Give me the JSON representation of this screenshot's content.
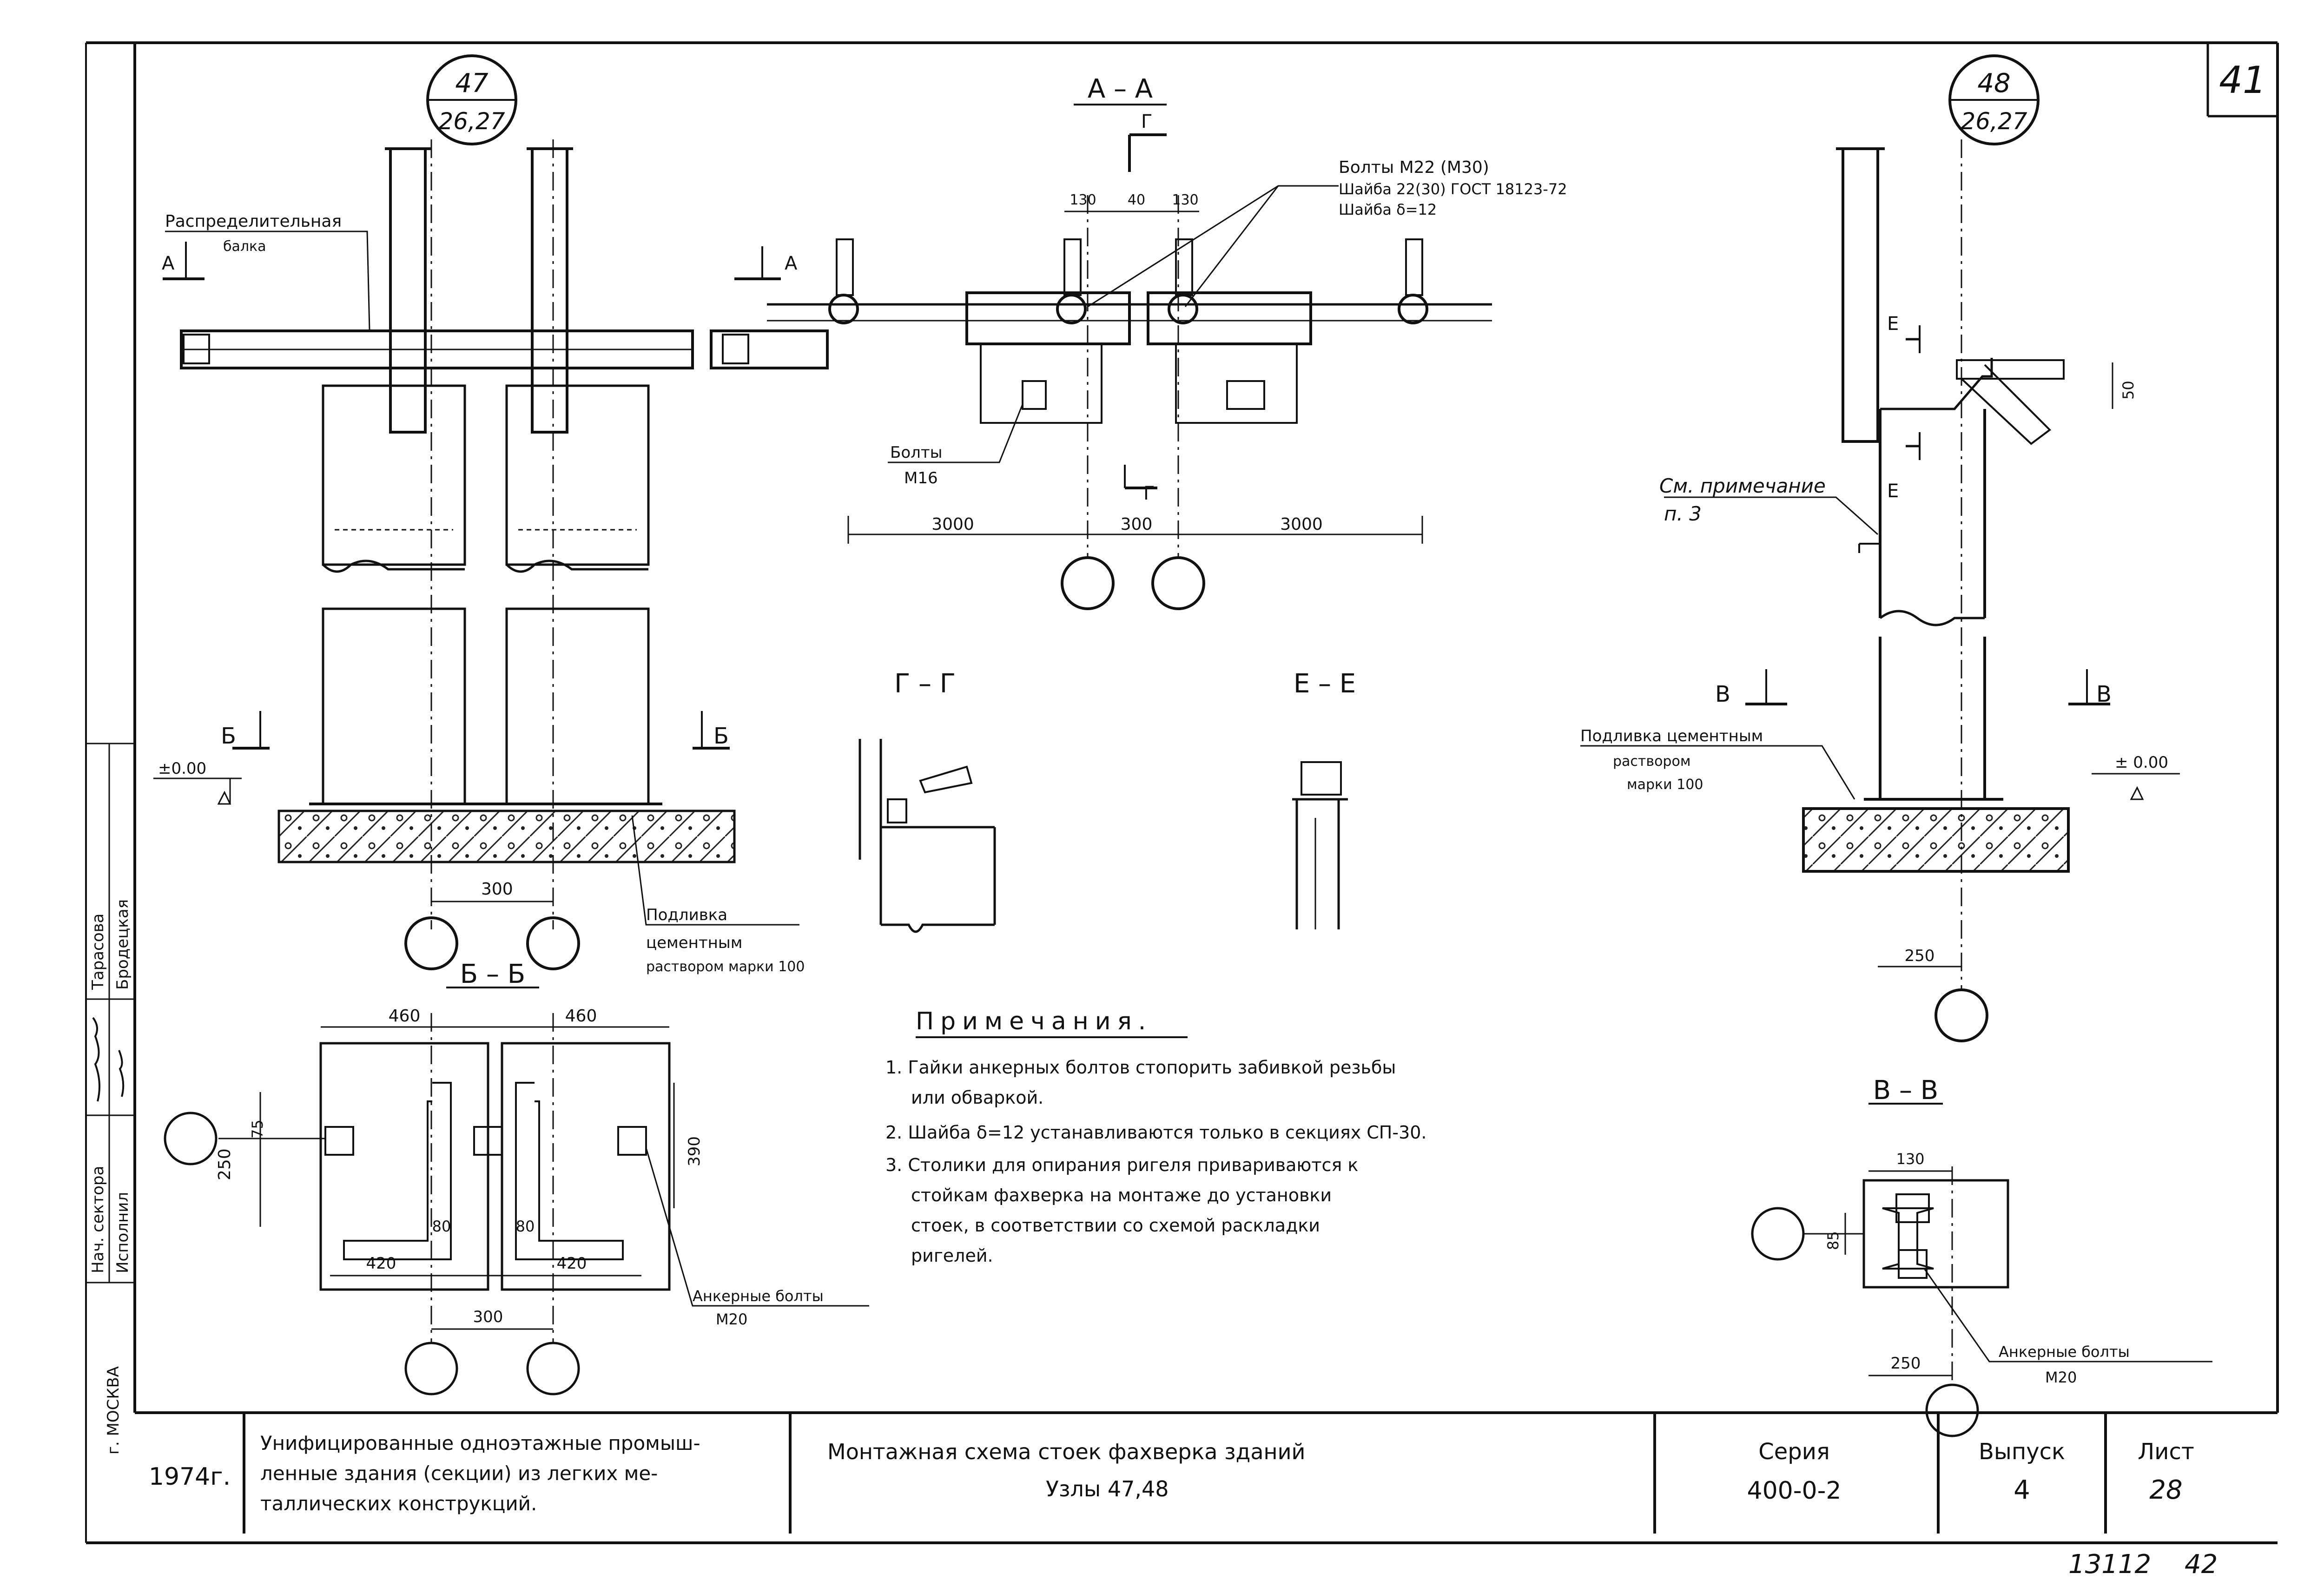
{
  "sheet": {
    "corner_number": "41",
    "bottom_stamp_left": "13112",
    "bottom_stamp_right": "42",
    "side_labels": [
      "г. МОСКВА",
      "Исполнил",
      "Нач. сектора",
      "Бродецкая",
      "Тарасова"
    ]
  },
  "node47": {
    "circle_top": "47",
    "circle_bottom": "26,27",
    "label_beam_1": "Распределительная",
    "label_beam_2": "балка",
    "section_a": "А",
    "section_b": "Б",
    "level": "±0.00",
    "dim_300": "300",
    "grout_1": "Подливка",
    "grout_2": "цементным",
    "grout_3": "раствором марки 100"
  },
  "section_aa": {
    "title": "А – А",
    "g_mark": "Г",
    "bolts_title": "Болты  М22 (М30)",
    "washer_1": "Шайба 22(30) ГОСТ 18123-72",
    "washer_2": "Шайба δ=12",
    "dim_130_left": "130",
    "dim_40": "40",
    "dim_130_right": "130",
    "bolts_m16_1": "Болты",
    "bolts_m16_2": "М16",
    "dim_3000_left": "3000",
    "dim_300": "300",
    "dim_3000_right": "3000"
  },
  "section_gg": {
    "title": "Г – Г"
  },
  "section_ee": {
    "title": "Е – Е"
  },
  "section_bb": {
    "title": "Б – Б",
    "dim_460_left": "460",
    "dim_460_right": "460",
    "dim_75": "75",
    "dim_250": "250",
    "dim_390": "390",
    "dim_80_left": "80",
    "dim_80_right": "80",
    "dim_420_left": "420",
    "dim_420_right": "420",
    "dim_300": "300",
    "anchor_1": "Анкерные болты",
    "anchor_2": "М20"
  },
  "node48": {
    "circle_top": "48",
    "circle_bottom": "26,27",
    "section_e": "Е",
    "dim_50": "50",
    "note_ref_1": "См. примечание",
    "note_ref_2": "п. 3",
    "section_v": "В",
    "grout_1": "Подливка цементным",
    "grout_2": "раствором",
    "grout_3": "марки 100",
    "level": "± 0.00",
    "dim_250": "250"
  },
  "section_vv": {
    "title": "В – В",
    "dim_130": "130",
    "dim_85": "85",
    "dim_250": "250",
    "anchor_1": "Анкерные болты",
    "anchor_2": "М20"
  },
  "notes": {
    "title": "Примечания.",
    "items": [
      "1. Гайки анкерных болтов стопорить забивкой резьбы",
      "или обваркой.",
      "2. Шайба δ=12  устанавливаются только в секциях СП-30.",
      "3. Столики для опирания ригеля привариваются к",
      "стойкам фахверка на монтаже до установки",
      "стоек, в соответствии со схемой раскладки",
      "ригелей."
    ]
  },
  "title_block": {
    "year": "1974г.",
    "description": [
      "Унифицированные одноэтажные промыш-",
      "ленные здания (секции) из легких ме-",
      "таллических конструкций."
    ],
    "title_line1": "Монтажная схема стоек фахверка зданий",
    "title_line2": "Узлы 47,48",
    "series_label": "Серия",
    "series_value": "400-0-2",
    "issue_label": "Выпуск",
    "issue_value": "4",
    "sheet_label": "Лист",
    "sheet_value": "28"
  }
}
